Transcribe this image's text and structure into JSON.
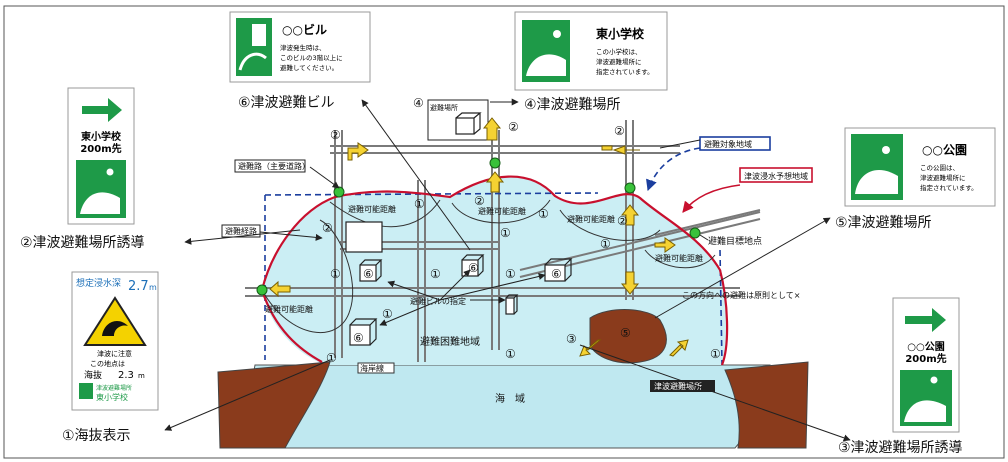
{
  "callouts": {
    "c1": "①海抜表示",
    "c2": "②津波避難場所誘導",
    "c3": "③津波避難場所誘導",
    "c4": "④津波避難場所",
    "c5": "⑤津波避難場所",
    "c6": "⑥津波避難ビル"
  },
  "signs": {
    "building": {
      "title": "○○ビル",
      "body": [
        "津波発生時は、",
        "このビルの3階以上に",
        "避難してください。"
      ]
    },
    "school": {
      "title": "東小学校",
      "body": [
        "この小学校は、",
        "津波避難場所に",
        "指定されています。"
      ]
    },
    "park": {
      "title": "○○公園",
      "body": [
        "この公園は、",
        "津波避難場所に",
        "指定されています。"
      ]
    },
    "guide_left": {
      "line1": "東小学校",
      "line2": "200m先"
    },
    "guide_right": {
      "line1": "○○公園",
      "line2": "200m先"
    },
    "elevation": {
      "header": "想定浸水深",
      "depth": "2.7",
      "unit": "m",
      "caution": "津波に注意",
      "place_label": "この地点は",
      "elev_label": "海抜",
      "elev_value": "2.3",
      "elev_unit": "m",
      "shelter_label": "津波避難場所",
      "shelter_name": "東小学校"
    }
  },
  "map": {
    "main_road": "避難路（主要道路）",
    "route": "避難経路",
    "target_area": "避難対象地域",
    "flood_area": "津波浸水予想地域",
    "goal_point": "避難目標地点",
    "reachable": "避難可能距離",
    "shelter_building_note": "避難ビルの指定",
    "difficult_area": "避難困難地域",
    "no_direction": "この方向への避難は原則として×",
    "seawall": "海岸線",
    "sea": "海　域",
    "tsunami_sign": "津波避難場所",
    "shelter_place": "避難場所",
    "num1": "①",
    "num2": "②",
    "num3": "③",
    "num4": "④",
    "num5": "⑤",
    "num6": "⑥"
  },
  "colors": {
    "sign_green": "#1e9a48",
    "arrow_yellow": "#f5d232",
    "flood_red": "#c8102e",
    "target_blue": "#1b3e9e",
    "water": "#bfe8f0",
    "land_brown": "#8a3b1c",
    "node_green": "#39c13a"
  }
}
